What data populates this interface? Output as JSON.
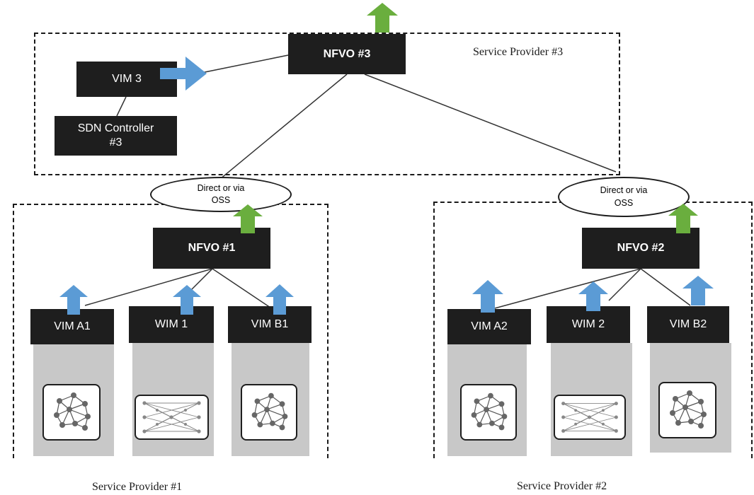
{
  "colors": {
    "node_fill": "#1e1e1e",
    "node_text": "#ffffff",
    "infra_fill": "#c8c8c8",
    "arrow_green": "#6aae3e",
    "arrow_blue": "#5b9bd5",
    "line": "#333333"
  },
  "providers": {
    "sp3": {
      "label": "Service Provider #3"
    },
    "sp1": {
      "label": "Service Provider #1"
    },
    "sp2": {
      "label": "Service Provider #2"
    }
  },
  "nodes": {
    "nfvo3": "NFVO #3",
    "vim3": "VIM  3",
    "sdn3": "SDN Controller\n#3",
    "nfvo1": "NFVO #1",
    "nfvo2": "NFVO #2",
    "vim_a1": "VIM  A1",
    "wim1": "WIM 1",
    "vim_b1": "VIM  B1",
    "vim_a2": "VIM  A2",
    "wim2": "WIM 2",
    "vim_b2": "VIM  B2"
  },
  "interfaces": {
    "left": "Direct or via\nOSS",
    "right": "Direct or via\nOSS"
  },
  "icons": {
    "dc_network": "mesh-network-icon",
    "wan_network": "bipartite-network-icon",
    "north_arrow": "arrow-up-icon",
    "east_arrow": "arrow-right-icon"
  }
}
